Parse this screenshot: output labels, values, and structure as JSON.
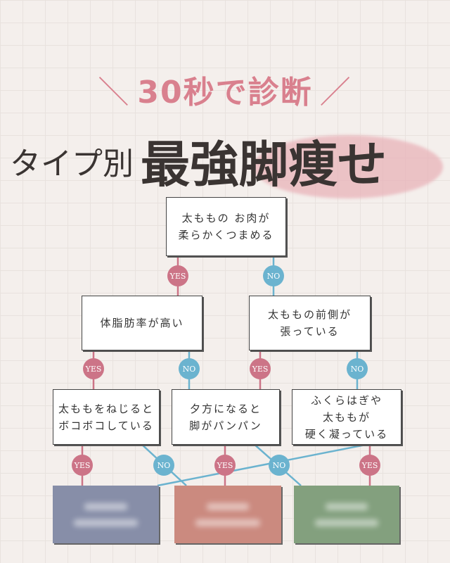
{
  "header": {
    "subtitle": "30秒で診断",
    "title_prefix": "タイプ別",
    "title_main": "最強脚痩せ"
  },
  "questions": {
    "q1": "太ももの お肉が\n柔らかくつまめる",
    "q2": "体脂肪率が高い",
    "q3": "太ももの前側が\n張っている",
    "q4": "太ももをねじると\nボコボコしている",
    "q5": "夕方になると\n脚がパンパン",
    "q6": "ふくらはぎや\n太ももが\n硬く凝っている"
  },
  "labels": {
    "yes": "YES",
    "no": "NO"
  },
  "colors": {
    "yes": "#cc7487",
    "no": "#6bb3cf",
    "result1": "#878ea8",
    "result2": "#cb8a7f",
    "result3": "#83a07e"
  }
}
